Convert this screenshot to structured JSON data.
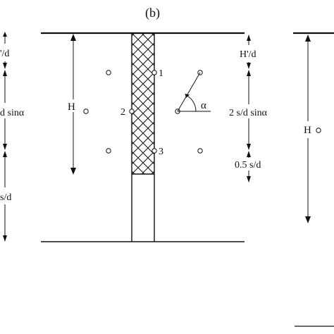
{
  "panel_label": "(b)",
  "left_clip": {
    "h_prime_over_d": "'/d",
    "d_sin_alpha": "d sinα",
    "s_over_d": "s/d"
  },
  "dims": {
    "H": "H",
    "H_prime_over_d": "H'/d",
    "two_s_over_d_sin_alpha": "2 s/d sinα",
    "half_s_over_d": "0.5 s/d",
    "H_right": "H"
  },
  "points": {
    "p1": "1",
    "p2": "2",
    "p3": "3"
  },
  "angle": {
    "alpha": "α"
  },
  "colors": {
    "line": "#111111",
    "background": "#ffffff"
  }
}
